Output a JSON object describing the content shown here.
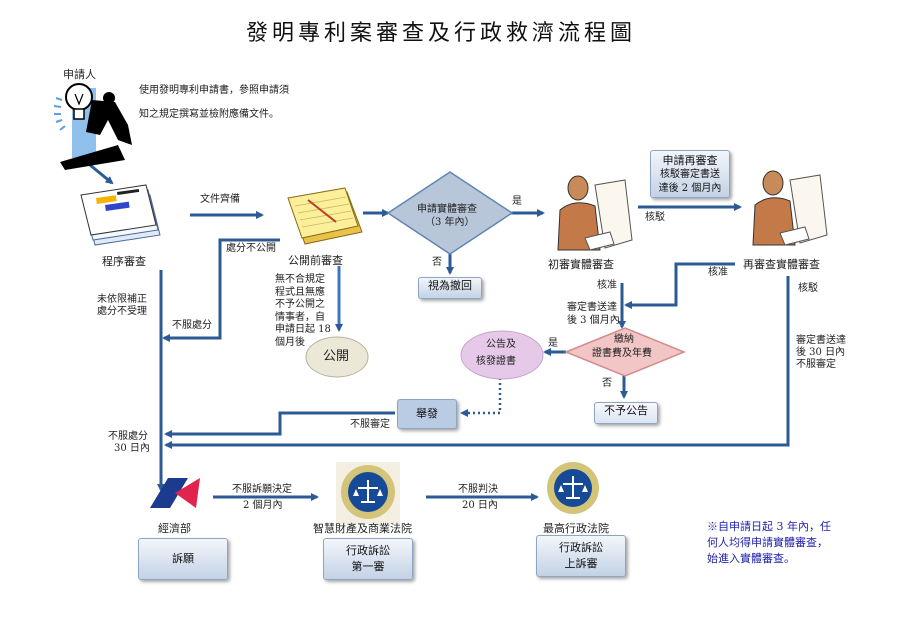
{
  "title": "發明專利案審查及行政救濟流程圖",
  "applicant": {
    "label": "申請人",
    "instruction_line1": "使用發明專利申請書，參照申請須",
    "instruction_line2": "知之規定撰寫並檢附應備文件。"
  },
  "nodes": {
    "procedural_review": "程序審查",
    "pre_publication_review": "公開前審查",
    "request_substantive": {
      "line1": "申請實體審查",
      "line2": "（3 年內）"
    },
    "deemed_withdrawn": "視為撤回",
    "first_examination": "初審實體審查",
    "reexamination_request": {
      "line1": "申請再審查",
      "line2": "核駁審定書送",
      "line3": "達後 2 個月內"
    },
    "reexamination": "再審查實體審查",
    "publication": "公開",
    "pay_fees": {
      "line1": "繳納",
      "line2": "證書費及年費"
    },
    "announce_issue": {
      "line1": "公告及",
      "line2": "核發證書"
    },
    "not_announced": "不予公告",
    "invalidation": "舉發",
    "moea": "經濟部",
    "appeal": "訴願",
    "ip_court": "智慧財產及商業法院",
    "admin_litigation_first": {
      "line1": "行政訴訟",
      "line2": "第一審"
    },
    "supreme_admin_court": "最高行政法院",
    "admin_litigation_appeal": {
      "line1": "行政訴訟",
      "line2": "上訴審"
    }
  },
  "edge_labels": {
    "docs_complete": "文件齊備",
    "yes1": "是",
    "no1": "否",
    "reject1": "核駁",
    "approve1": "核准",
    "approve2": "核准",
    "reject2": "核駁",
    "decision_3months": {
      "line1": "審定書送達",
      "line2": "後 3 個月內"
    },
    "yes2": "是",
    "no2": "否",
    "not_public_disposition": "處分不公開",
    "disagree_disposition": "不服處分",
    "uncorrected": {
      "line1": "未依限補正",
      "line2": "處分不受理"
    },
    "publication_condition": {
      "line1": "無不合規定",
      "line2": "程式且無應",
      "line3": "不予公開之",
      "line4": "情事者，自",
      "line5": "申請日起 18",
      "line6": "個月後"
    },
    "disagree_decision": "不服審定",
    "disagree_30days": {
      "line1": "不服處分",
      "line2": "30 日內"
    },
    "reexam_30days": {
      "line1": "審定書送達",
      "line2": "後 30 日內",
      "line3": "不服審定"
    },
    "appeal_decision": {
      "line1": "不服訴願決定",
      "line2": "2 個月內"
    },
    "judgment": {
      "line1": "不服判決",
      "line2": "20 日內"
    }
  },
  "footnote": {
    "line1": "※自申請日起 3 年內，任",
    "line2": "何人均得申請實體審查，",
    "line3": "始進入實體審查。"
  },
  "colors": {
    "arrow": "#2c5a94",
    "note_text": "#2222aa",
    "diamond_blue": "#b7c6d8",
    "diamond_pink": "#f2c6c6",
    "ellipse_purple": "#e6c9e8"
  }
}
